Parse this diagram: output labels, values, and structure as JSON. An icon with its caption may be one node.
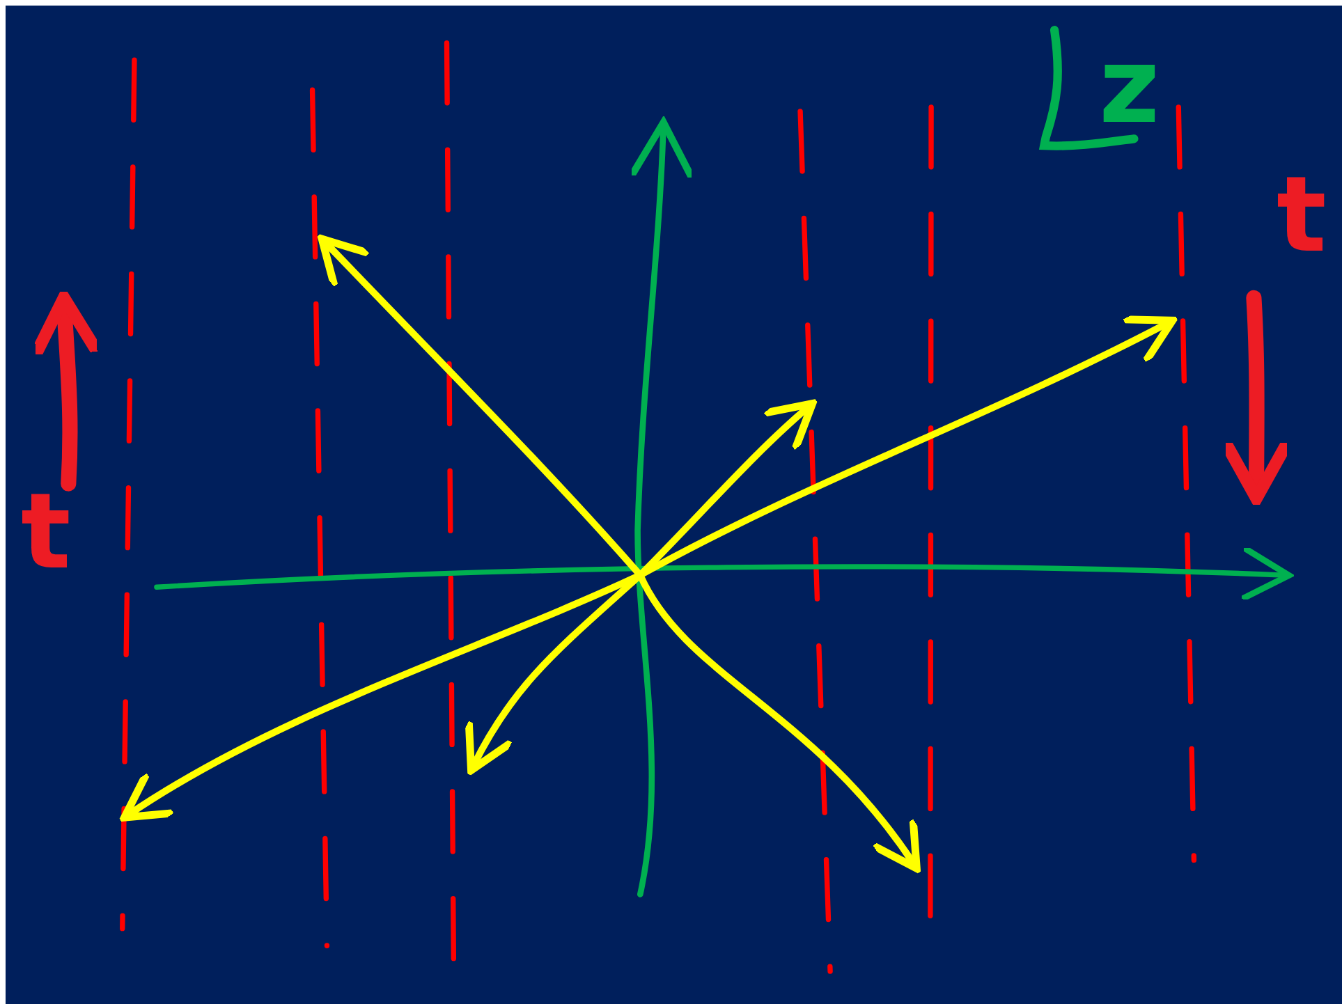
{
  "diagram": {
    "labels": [
      "z",
      "t",
      "t"
    ]
  }
}
